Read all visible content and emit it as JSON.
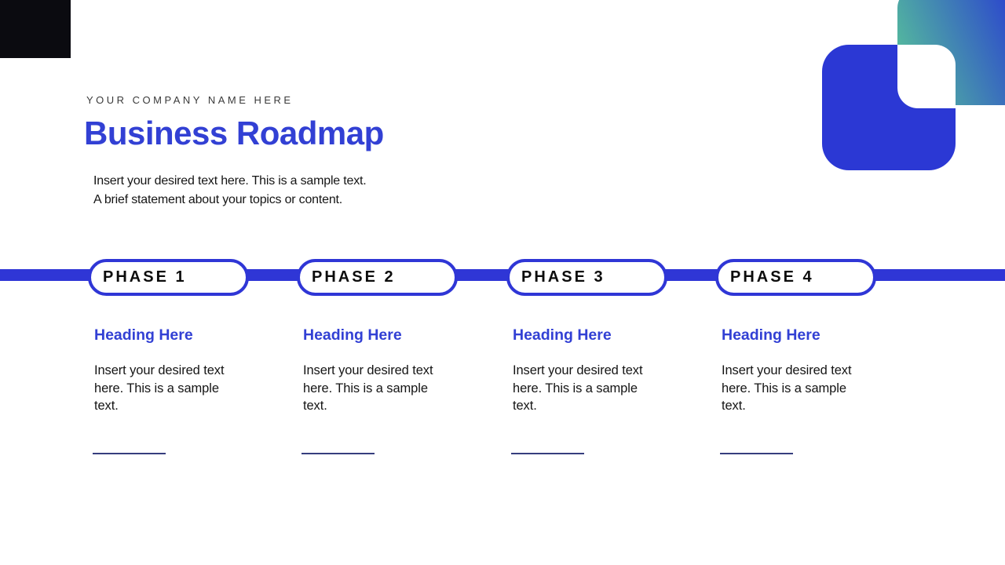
{
  "slide": {
    "company_name": "YOUR COMPANY NAME HERE",
    "title": "Business Roadmap",
    "intro_line1": "Insert your desired text here. This is a sample text.",
    "intro_line2": "A brief statement about your topics or content."
  },
  "timeline": {
    "phases": [
      {
        "label": "PHASE 1",
        "heading": "Heading Here",
        "body": "Insert your desired text here. This is a sample text."
      },
      {
        "label": "PHASE 2",
        "heading": "Heading Here",
        "body": "Insert your desired text here. This is a sample text."
      },
      {
        "label": "PHASE 3",
        "heading": "Heading Here",
        "body": "Insert your desired text here. This is a sample text."
      },
      {
        "label": "PHASE 4",
        "heading": "Heading Here",
        "body": "Insert your desired text here. This is a sample text."
      }
    ]
  },
  "colors": {
    "primary_blue": "#2F36D6",
    "title_blue": "#3240D4",
    "heading_blue": "#3240D4",
    "square_blue": "#2B38D4",
    "gradient_teal": "#55BD9C",
    "gradient_blue": "#2B44CE",
    "underline_navy": "#363E7E",
    "corner_black": "#0B0B10",
    "eyebrow_gray": "#3A3A3A",
    "text_dark": "#151515"
  }
}
